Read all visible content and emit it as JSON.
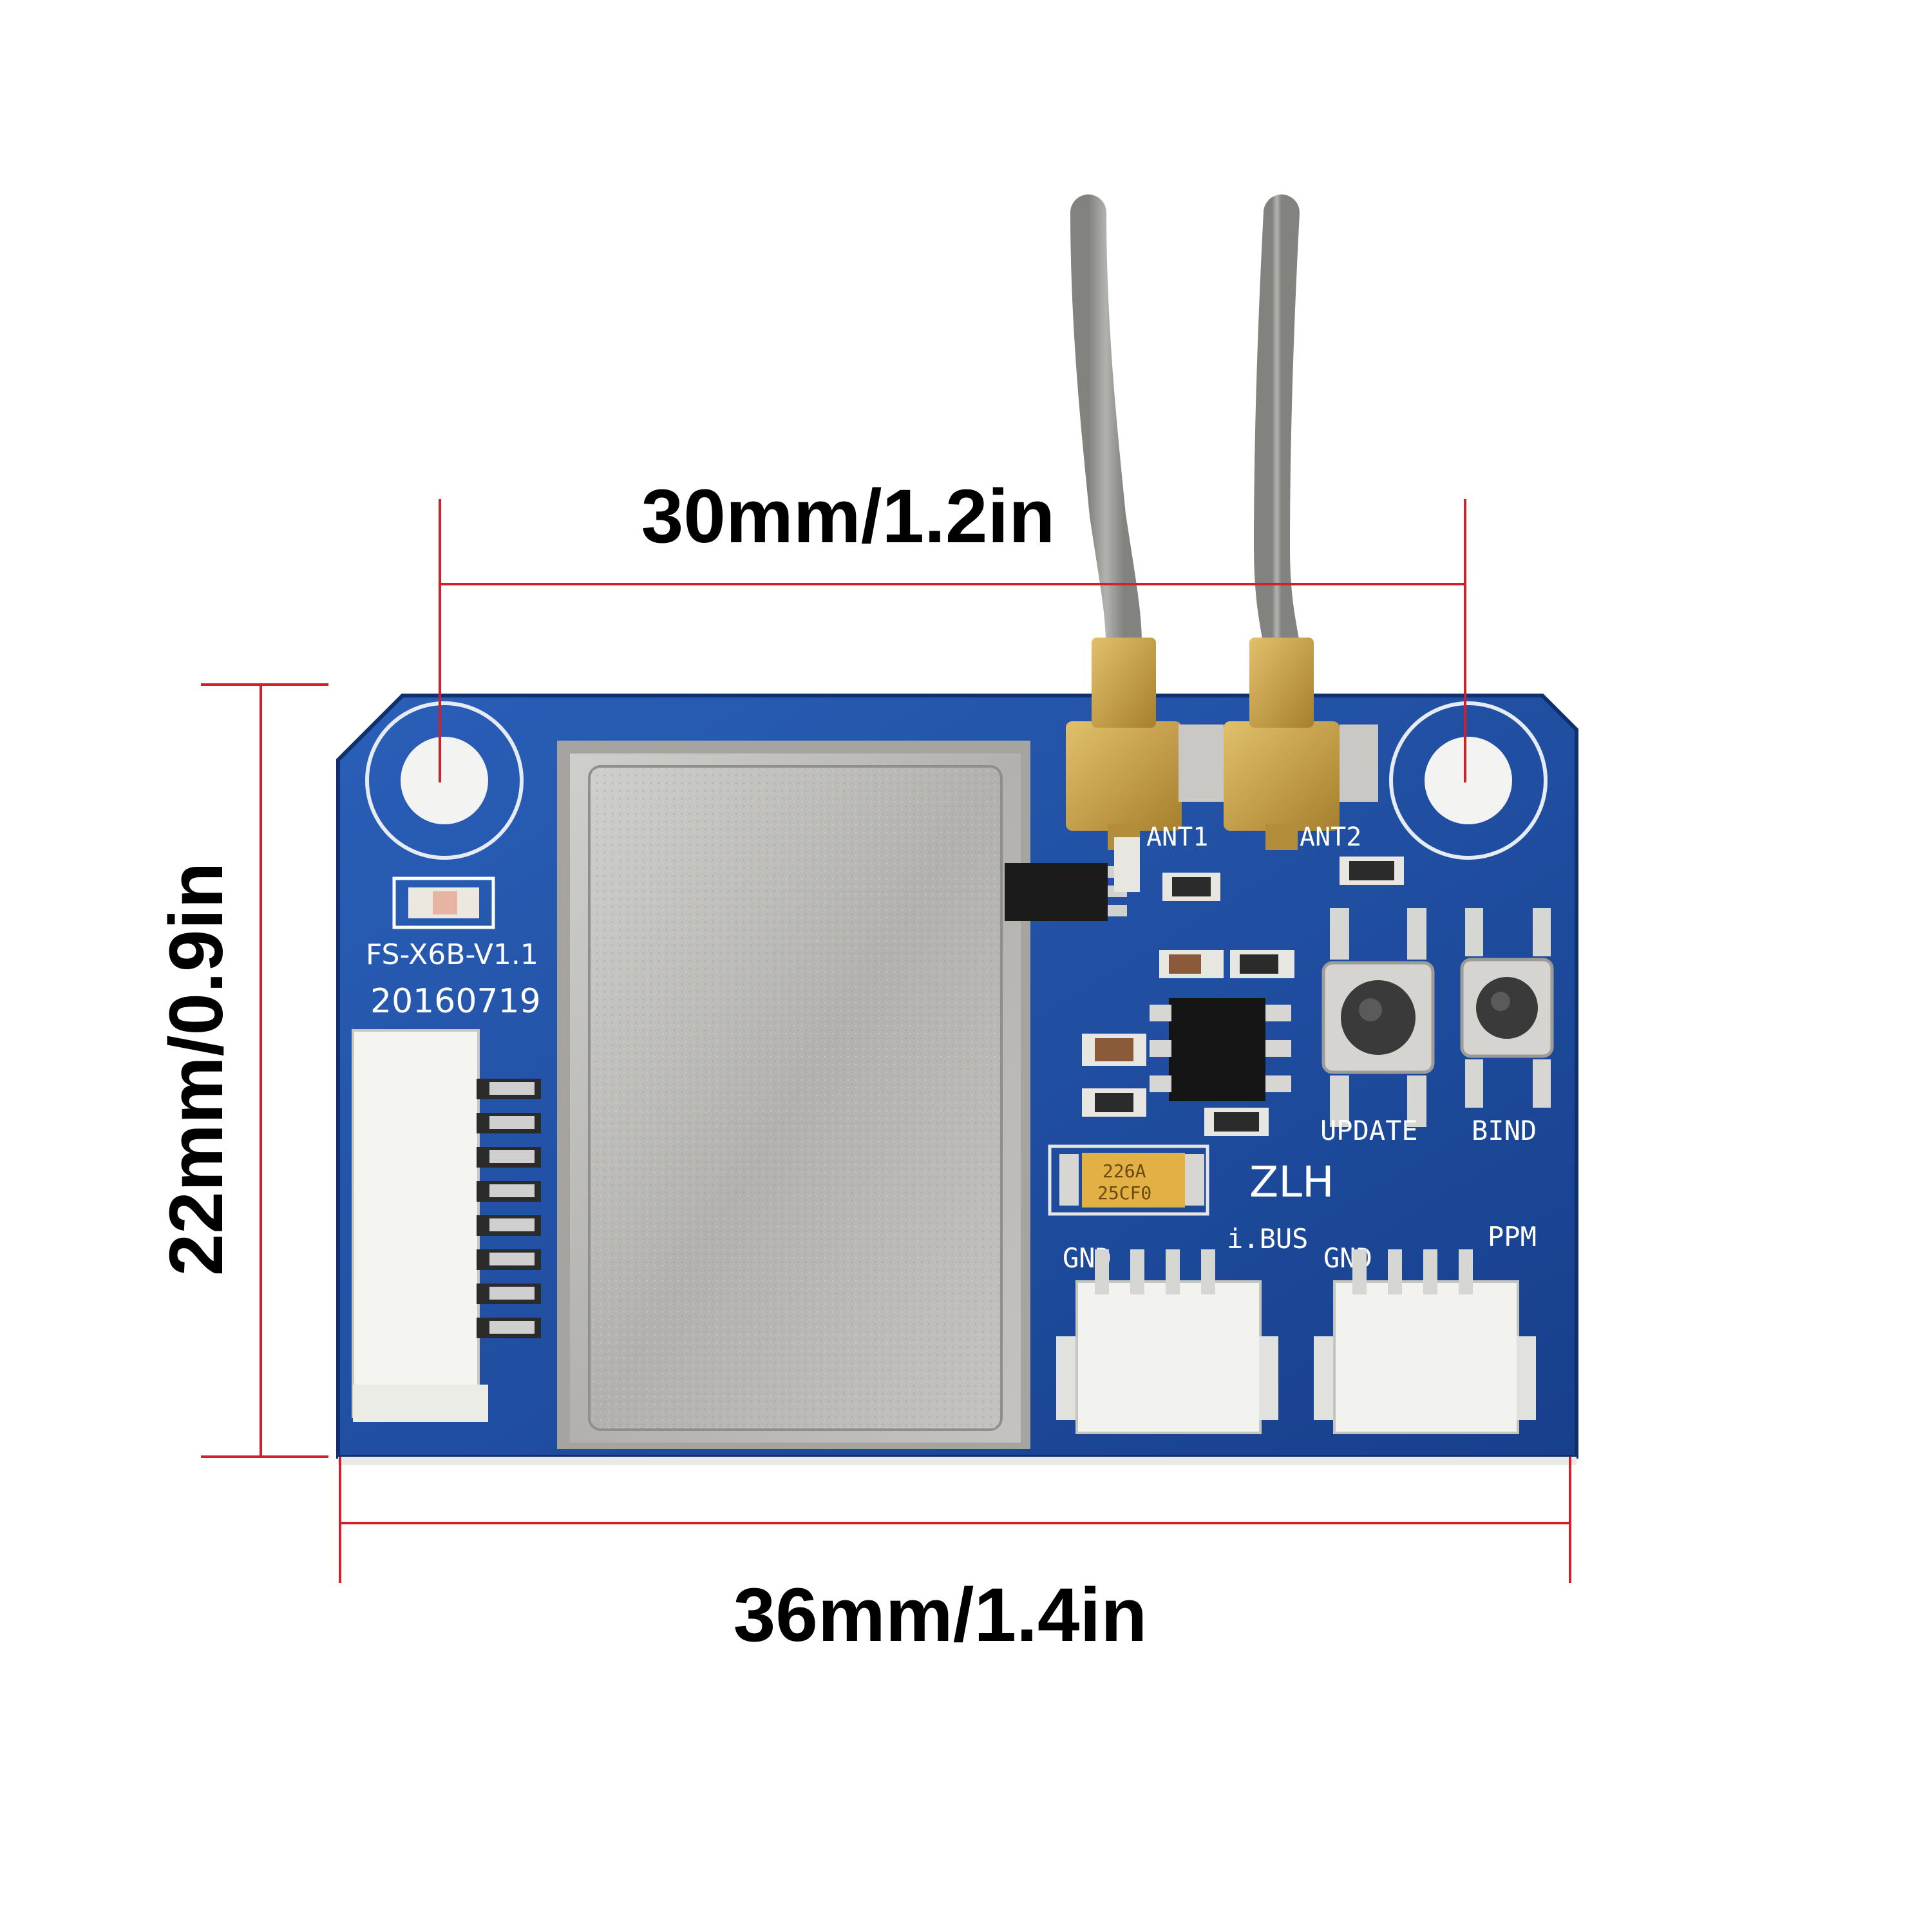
{
  "dimensions": {
    "mounting_hole_spacing": "30mm/1.2in",
    "board_height": "22mm/0.9in",
    "board_width": "36mm/1.4in"
  },
  "board": {
    "model": "FS-X6B-V1.1",
    "date_code": "20160719",
    "antenna_labels": [
      "ANT1",
      "ANT2"
    ],
    "buttons": [
      "UPDATE",
      "BIND"
    ],
    "ports": [
      "i.BUS",
      "PPM"
    ],
    "ground_labels": [
      "GND",
      "GND"
    ],
    "capacitor_marking": [
      "226A",
      "25CF0"
    ],
    "maker_mark": "ZLH"
  },
  "colors": {
    "pcb": "#1d4fa6",
    "dimension_line": "#d2202a",
    "shield": "#b9b9b6",
    "connector": "#f2f2ee",
    "antenna_cable": "#8d8d8a",
    "ufl_connector": "#c9a24a"
  }
}
